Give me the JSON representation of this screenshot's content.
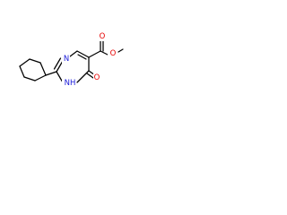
{
  "atoms": {
    "n_top": {
      "symbol": "N",
      "color": "#1a1ad9"
    },
    "n_bottom": {
      "symbol": "NH",
      "color": "#1a1ad9"
    },
    "o_carbonyl": {
      "symbol": "O",
      "color": "#e60000"
    },
    "o_ester_carbonyl": {
      "symbol": "O",
      "color": "#e60000"
    },
    "o_ester": {
      "symbol": "O",
      "color": "#e60000"
    }
  }
}
